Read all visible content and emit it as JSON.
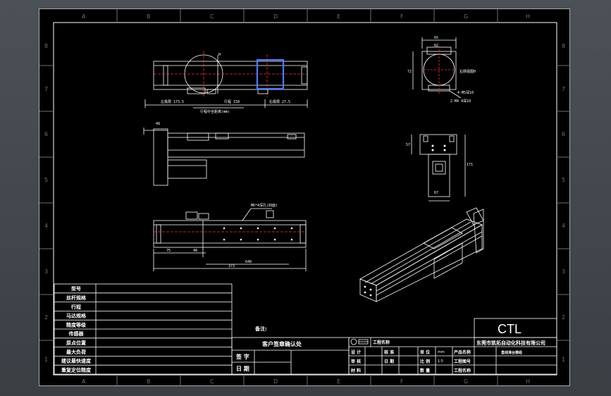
{
  "zone_letters": [
    "A",
    "B",
    "C",
    "D",
    "E",
    "F",
    "G",
    "H"
  ],
  "zone_numbers": [
    "8",
    "7",
    "6",
    "5",
    "4",
    "3",
    "2",
    "1"
  ],
  "dims": {
    "top_left_limit": "左极限 173.5",
    "top_travel": "行程 150",
    "top_right_limit": "右极限 27.5",
    "top_total": "行程中全距离(mm)",
    "top_letter": "H",
    "side_height": "48",
    "bottom_hole_note": "M6*4深孔(四面)",
    "bottom_a": "75",
    "bottom_b": "48",
    "bottom_c": "648",
    "bottom_total": "373",
    "right_w1": "65",
    "right_w2": "82",
    "right_h": "72",
    "right_view_label": "右侧视图H",
    "right_note1": "4-M5深10",
    "right_note2": "2-M4 4深10",
    "right2_h": "57",
    "right2_total": "171",
    "right2_w": "67"
  },
  "remark_label": "备注:",
  "param_table": {
    "rows": [
      "型号",
      "丝杆规格",
      "行程",
      "马达规格",
      "精度等级",
      "传感器",
      "原点位置",
      "最大负荷",
      "建议最快速度",
      "重复定位精度"
    ]
  },
  "signature": {
    "title": "客户签章确认处",
    "sign_label": "签 字",
    "date_label": "日 期"
  },
  "title_block": {
    "projection_label": "工程名称",
    "logo": "CTL",
    "company": "东莞市凯拓自动化科技有限公司",
    "design": "设 计",
    "check": "核 准",
    "review": "审 核",
    "date": "日 期",
    "unit": "单 位",
    "unit_value": "mm",
    "scale": "比 例",
    "scale_value": "1:5",
    "product_name_label": "产品名称",
    "product_name": "直线滑台模组",
    "drawing_no_label": "工程图号",
    "material_label": "材 料",
    "quantity_label": "数 量",
    "project_label": "工程名称"
  }
}
